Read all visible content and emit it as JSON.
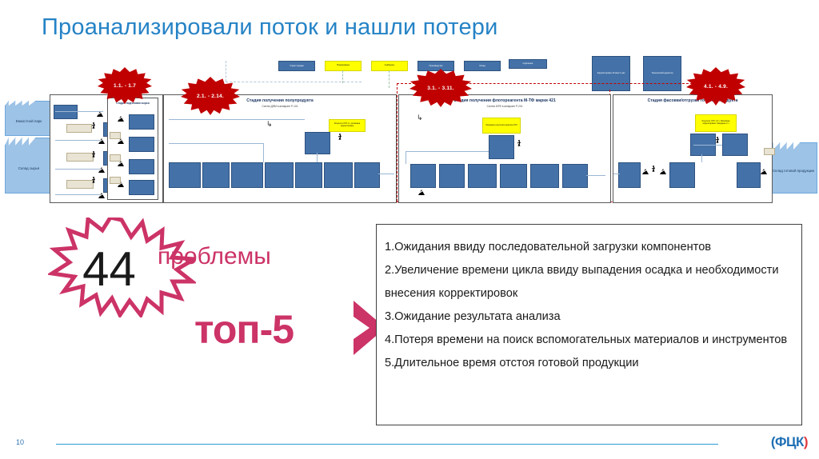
{
  "slide": {
    "title": "Проанализировали поток и нашли потери",
    "page_number": "10",
    "accent_blue": "#2583c6",
    "accent_magenta": "#cc3366",
    "star_red": "#c00000"
  },
  "logo": {
    "left_bracket": "(",
    "text_1": "Ф",
    "text_2": "Ц",
    "text_3": "К",
    "right_bracket": ")"
  },
  "callouts": [
    {
      "label": "1.1. - 1.7"
    },
    {
      "label": "2.1. - 2.14."
    },
    {
      "label": "3.1. - 3.11."
    },
    {
      "label": "4.1. - 4.9."
    }
  ],
  "vsm": {
    "sources": [
      {
        "name": "Емкостной парк"
      },
      {
        "name": "Склад сырья"
      }
    ],
    "sink": {
      "name": "Склад готовой продукции"
    },
    "stages": [
      {
        "title": "Стадия подготовки сырья",
        "subtitle": ""
      },
      {
        "title": "Стадия получения полупродукта",
        "subtitle": "Синтез ДФМ в аппарате Р-101"
      },
      {
        "title": "Стадия получения флотореагента М-ТФ марки 421",
        "subtitle": "Синтез МТФ в аппарате Р-201"
      },
      {
        "title": "Стадия фасовки/отгрузки готового продукта",
        "subtitle": ""
      }
    ],
    "top_nodes": [
      {
        "label": "Отдел продаж",
        "color": "blue"
      },
      {
        "label": "Планирование",
        "color": "yellow"
      },
      {
        "label": "Снабжение",
        "color": "yellow"
      },
      {
        "label": "Производство",
        "color": "blue"
      },
      {
        "label": "Склад",
        "color": "blue"
      },
      {
        "label": "отделение",
        "color": "blue"
      }
    ],
    "right_nodes": [
      {
        "label": "Корректировка 10 мин/ 1 раз"
      },
      {
        "label": "Технический директор"
      }
    ],
    "notes": [
      {
        "label": "Результат ОТК 2 ч, возможна корректировка"
      },
      {
        "label": "Ожидание результата анализа ОТК"
      },
      {
        "label": "Результат ОТК 1-2 ч. Возможна корректировка. Ожидание 2 ч"
      }
    ]
  },
  "problems": {
    "count": "44",
    "count_label": "проблемы",
    "top_label": "топ-5",
    "items": [
      "1.Ожидания ввиду последовательной загрузки компонентов",
      "2.Увеличение времени цикла ввиду выпадения осадка и необходимости внесения корректировок",
      "3.Ожидание результата анализа",
      "4.Потеря времени на поиск вспомогательных материалов и инструментов",
      "5.Длительное время отстоя готовой продукции"
    ]
  }
}
